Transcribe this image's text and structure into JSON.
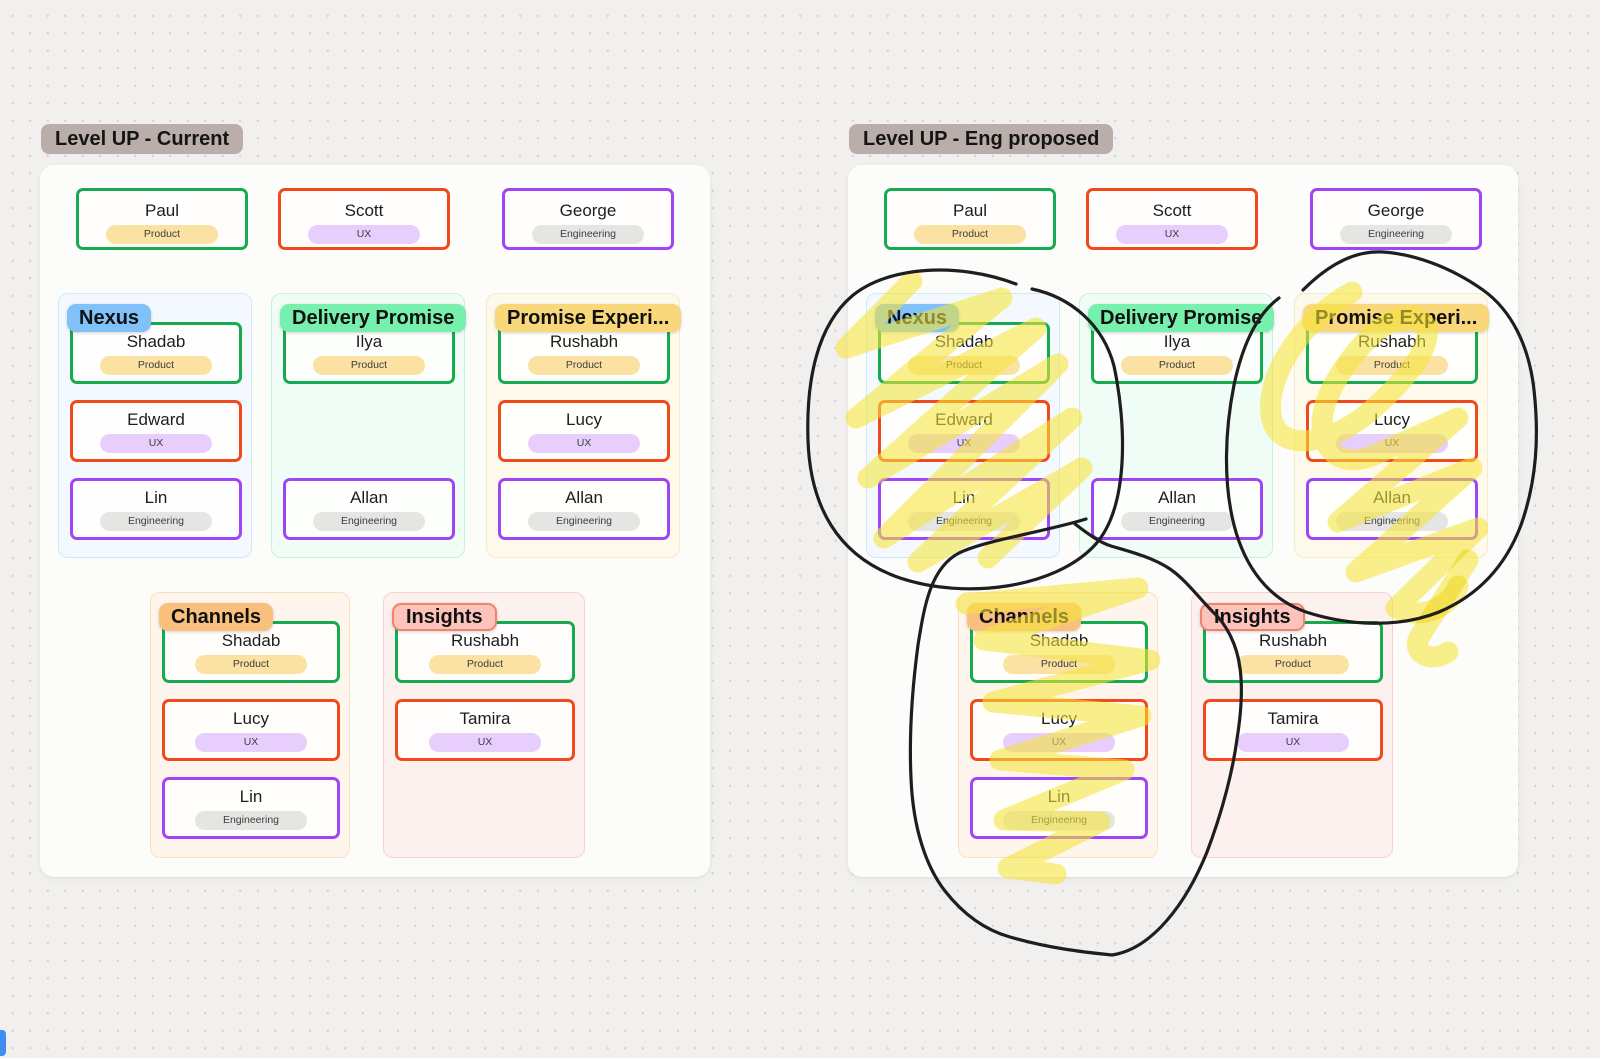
{
  "canvas": {
    "background": "#f1f0ee",
    "dot_color": "#d7d5d2"
  },
  "colors": {
    "frame_background": "#fcfcfb",
    "title_label_background": "#b9aeaa",
    "product_border": "#17ab4f",
    "product_badge": "#fbe2a2",
    "ux_border": "#f2491c",
    "ux_badge": "#e7cefc",
    "engineering_border": "#a144f6",
    "engineering_badge": "#e5e5e4",
    "team_nexus_label": "#7fc1f8",
    "team_delivery_label": "#77f0ad",
    "team_promise_label": "#f8d87a",
    "team_channels_label": "#f9c07d",
    "team_insights_label": "#fbc3ba",
    "pen_stroke": "#1e1e1e",
    "highlighter_stroke": "#f4e438"
  },
  "board": {
    "frames": [
      {
        "title": "Level UP - Current",
        "leads": [
          {
            "name": "Paul",
            "role": "Product"
          },
          {
            "name": "Scott",
            "role": "UX"
          },
          {
            "name": "George",
            "role": "Engineering"
          }
        ],
        "teams": [
          {
            "label": "Nexus",
            "color": "blue",
            "members": [
              {
                "name": "Shadab",
                "role": "Product",
                "slot": 0
              },
              {
                "name": "Edward",
                "role": "UX",
                "slot": 1
              },
              {
                "name": "Lin",
                "role": "Engineering",
                "slot": 2
              }
            ]
          },
          {
            "label": "Delivery Promise",
            "color": "green",
            "members": [
              {
                "name": "Ilya",
                "role": "Product",
                "slot": 0
              },
              {
                "name": "Allan",
                "role": "Engineering",
                "slot": 2
              }
            ]
          },
          {
            "label": "Promise Experi...",
            "color": "yellow",
            "members": [
              {
                "name": "Rushabh",
                "role": "Product",
                "slot": 0
              },
              {
                "name": "Lucy",
                "role": "UX",
                "slot": 1
              },
              {
                "name": "Allan",
                "role": "Engineering",
                "slot": 2
              }
            ]
          },
          {
            "label": "Channels",
            "color": "orange",
            "members": [
              {
                "name": "Shadab",
                "role": "Product",
                "slot": 0
              },
              {
                "name": "Lucy",
                "role": "UX",
                "slot": 1
              },
              {
                "name": "Lin",
                "role": "Engineering",
                "slot": 2
              }
            ]
          },
          {
            "label": "Insights",
            "color": "pink",
            "members": [
              {
                "name": "Rushabh",
                "role": "Product",
                "slot": 0
              },
              {
                "name": "Tamira",
                "role": "UX",
                "slot": 1
              }
            ]
          }
        ]
      },
      {
        "title": "Level UP - Eng proposed",
        "leads": [
          {
            "name": "Paul",
            "role": "Product"
          },
          {
            "name": "Scott",
            "role": "UX"
          },
          {
            "name": "George",
            "role": "Engineering"
          }
        ],
        "teams": [
          {
            "label": "Nexus",
            "color": "blue",
            "members": [
              {
                "name": "Shadab",
                "role": "Product",
                "slot": 0
              },
              {
                "name": "Edward",
                "role": "UX",
                "slot": 1
              },
              {
                "name": "Lin",
                "role": "Engineering",
                "slot": 2
              }
            ]
          },
          {
            "label": "Delivery Promise",
            "color": "green",
            "members": [
              {
                "name": "Ilya",
                "role": "Product",
                "slot": 0
              },
              {
                "name": "Allan",
                "role": "Engineering",
                "slot": 2
              }
            ]
          },
          {
            "label": "Promise Experi...",
            "color": "yellow",
            "members": [
              {
                "name": "Rushabh",
                "role": "Product",
                "slot": 0
              },
              {
                "name": "Lucy",
                "role": "UX",
                "slot": 1
              },
              {
                "name": "Allan",
                "role": "Engineering",
                "slot": 2
              }
            ]
          },
          {
            "label": "Channels",
            "color": "orange",
            "members": [
              {
                "name": "Shadab",
                "role": "Product",
                "slot": 0
              },
              {
                "name": "Lucy",
                "role": "UX",
                "slot": 1
              },
              {
                "name": "Lin",
                "role": "Engineering",
                "slot": 2
              }
            ]
          },
          {
            "label": "Insights",
            "color": "pink",
            "members": [
              {
                "name": "Rushabh",
                "role": "Product",
                "slot": 0
              },
              {
                "name": "Tamira",
                "role": "UX",
                "slot": 1
              }
            ]
          }
        ],
        "annotations": {
          "highlighted_teams": [
            "Nexus",
            "Promise Experi...",
            "Channels"
          ],
          "pen_circled_teams": [
            "Nexus",
            "Promise Experi...",
            "Channels"
          ]
        }
      }
    ]
  }
}
